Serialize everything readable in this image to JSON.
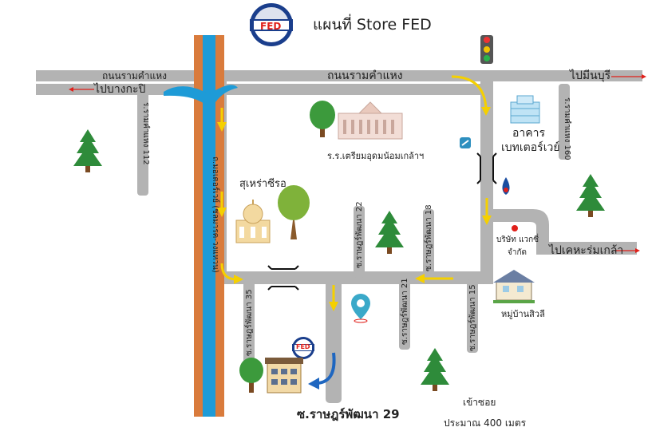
{
  "header": {
    "title": "แผนที่ Store FED",
    "logo_text": "FED"
  },
  "roads": {
    "main_road_top_left": "ถนนรามคำแหง",
    "main_road_center": "ถนนรามคำแหง",
    "to_minburi": "ไปมีนบุรี",
    "to_bangkapi": "ไปบางกะปิ",
    "ramkhamhaeng_112": "ร.รามคำแหง 112",
    "ramkhamhaeng_160": "ร.รามคำแหง 160",
    "to_khehromklao": "ไปเคหะร่มเกล้า",
    "motorway": "ถ.มอเตอร์เวย์ (ชลมารค-วงแหวน)",
    "soi_22": "ซ.ราษฎร์พัฒนา 22",
    "soi_18": "ซ.ราษฎร์พัฒนา 18",
    "soi_35": "ซ.ราษฎร์พัฒนา 35",
    "soi_21": "ซ.ราษฎร์พัฒนา 21",
    "soi_15": "ซ.ราษฎร์พัฒนา 15",
    "soi_29": "ซ.ราษฎร์พัฒนา 29"
  },
  "landmarks": {
    "school": "ร.ร.เตรียมอุดมน้อมเกล้าฯ",
    "building": "อาคาร",
    "building_name": "เบทเตอร์เวย์",
    "mosque": "สุเหร่าซีรอ",
    "company_line1": "บริษัท แวกซี่",
    "company_line2": "จำกัด",
    "village": "หมู่บ้านสิวลี",
    "store_logo": "FED"
  },
  "notes": {
    "enter_soi": "เข้าซอย",
    "distance": "ประมาณ 400 เมตร"
  },
  "colors": {
    "road": "#b3b3b3",
    "canal": "#1e9bd7",
    "canal_bank": "#d97b3c",
    "arrow_yellow": "#f5d000",
    "arrow_red": "#e0201a",
    "logo_blue": "#1a3e8c"
  }
}
